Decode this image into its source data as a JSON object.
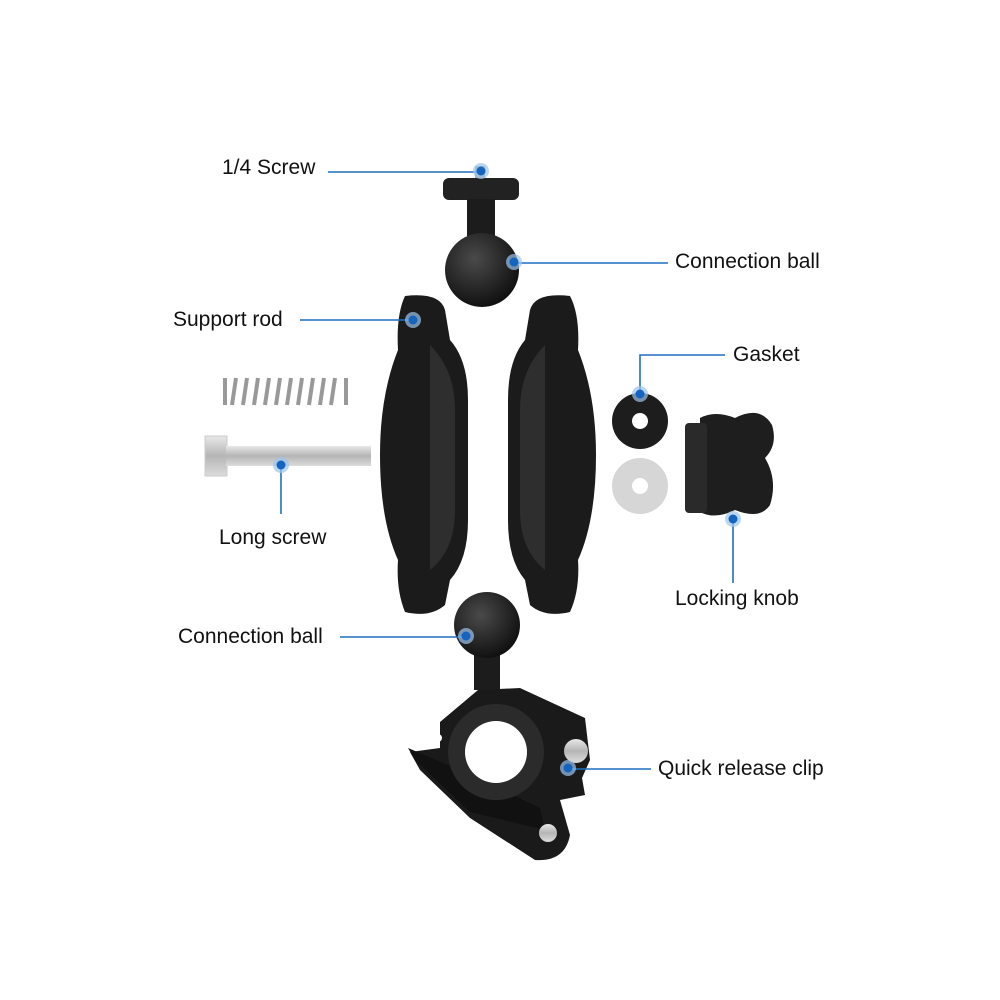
{
  "colors": {
    "leader": "#1f6fc0",
    "dot": "#1565c0",
    "halo": "#9cc4ee",
    "part": "#1a1a1a"
  },
  "labels": {
    "quarter_screw": "1/4 Screw",
    "connection_ball_top": "Connection ball",
    "support_rod": "Support rod",
    "gasket": "Gasket",
    "long_screw": "Long screw",
    "locking_knob": "Locking knob",
    "connection_ball_bottom": "Connection ball",
    "quick_release_clip": "Quick release clip"
  }
}
